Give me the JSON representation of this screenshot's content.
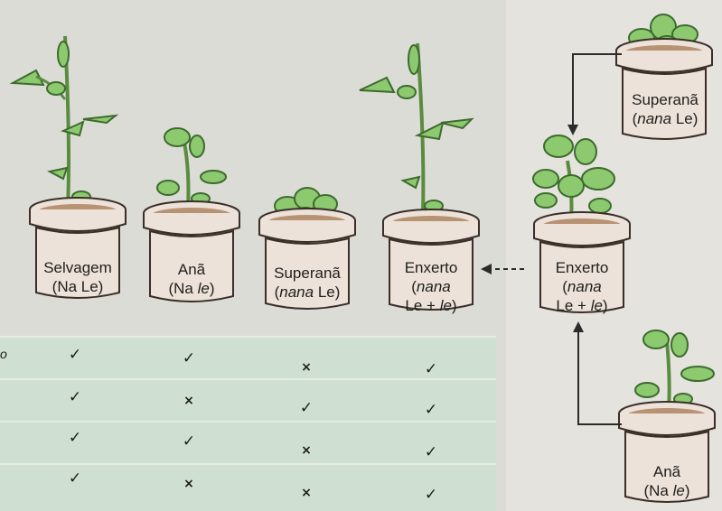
{
  "pots": {
    "wild": {
      "line1": "Selvagem",
      "line2": "(Na Le)"
    },
    "dwarf": {
      "line1": "Anã",
      "line2_pre": "(Na ",
      "line2_it": "le",
      "line2_post": ")"
    },
    "superdwarf": {
      "line1": "Superanã",
      "line2_pre": "(",
      "line2_it": "nana",
      "line2_post": " Le)"
    },
    "graft_left": {
      "line1": "Enxerto",
      "line2": "nana",
      "line3_pre": "Le + ",
      "line3_it": "le",
      "line3_post": ")",
      "paren_open": "("
    },
    "graft_right": {
      "line1": "Enxerto",
      "line2": "nana",
      "line3_pre": "Le + ",
      "line3_it": "le",
      "line3_post": ")",
      "paren_open": "("
    },
    "superdwarf_donor": {
      "line1": "Superanã",
      "line2_pre": "(",
      "line2_it": "nana",
      "line2_post": " Le)"
    },
    "dwarf_donor": {
      "line1": "Anã",
      "line2_pre": "(Na ",
      "line2_it": "le",
      "line2_post": ")"
    }
  },
  "table": {
    "row_heads": [
      "o"
    ],
    "marks": [
      [
        "✓",
        "✓",
        "×",
        "✓"
      ],
      [
        "✓",
        "×",
        "✓",
        "✓"
      ],
      [
        "✓",
        "✓",
        "×",
        "✓"
      ],
      [
        "✓",
        "×",
        "×",
        "✓"
      ]
    ]
  },
  "colors": {
    "pot_fill": "#ece2d9",
    "pot_outline": "#3a2e28",
    "soil": "#b89373",
    "leaf": "#8cc96f",
    "leaf_outline": "#3d6b2e",
    "table_bg": "#cfe0d2",
    "background": "#dcdcd6"
  }
}
